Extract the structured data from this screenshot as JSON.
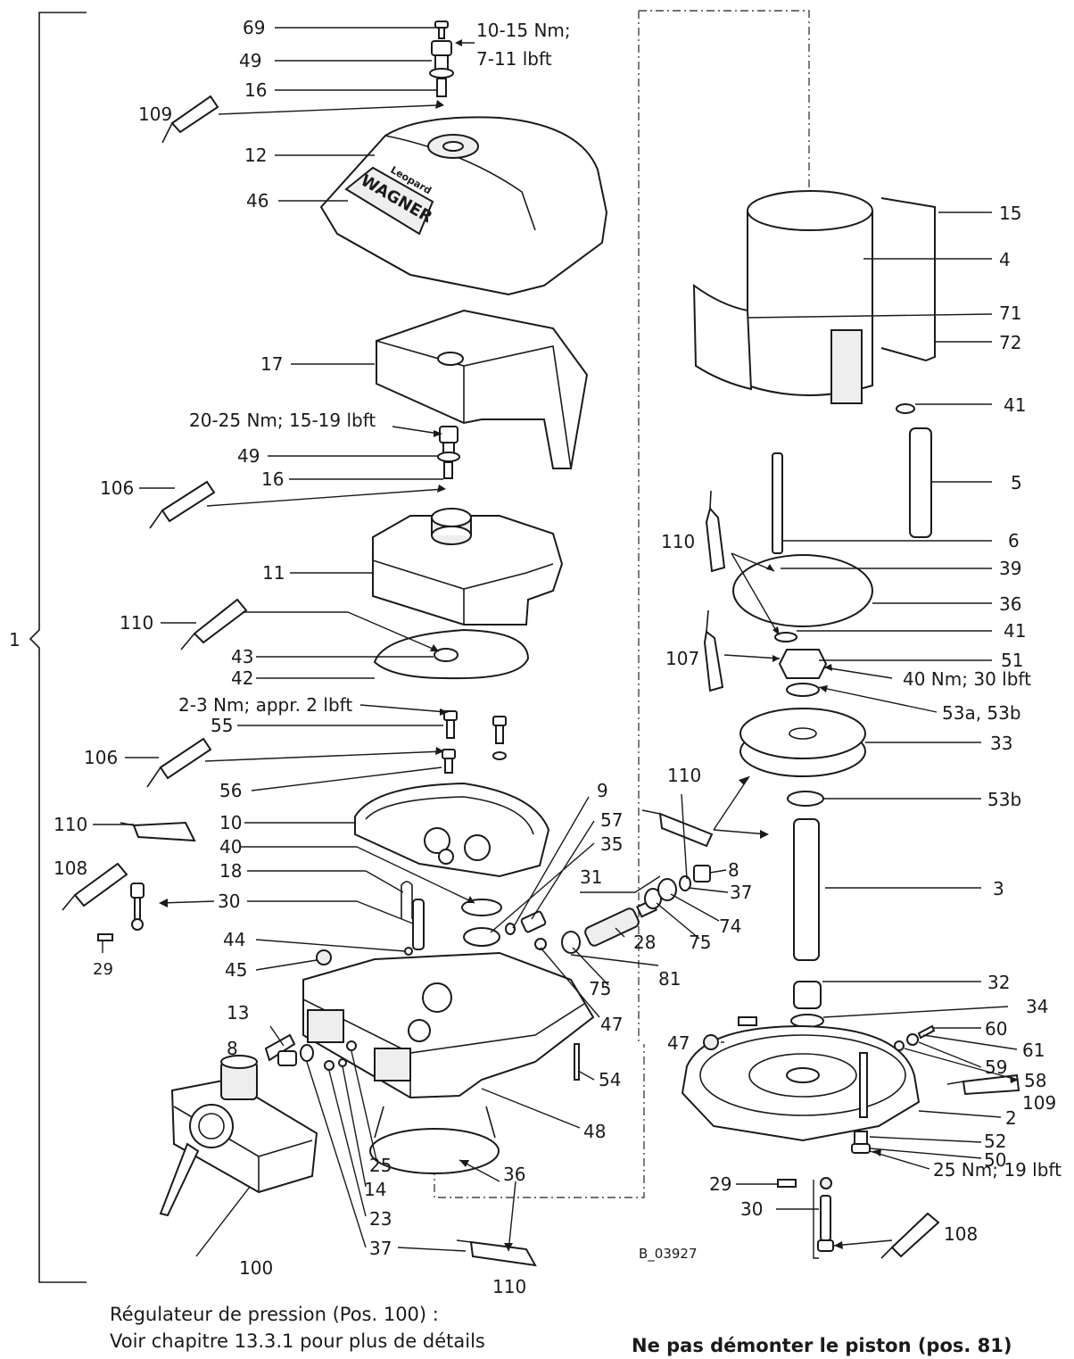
{
  "labels": {
    "p69": "69",
    "p49a": "49",
    "p16a": "16",
    "p109a": "109",
    "p12": "12",
    "p46": "46",
    "t1": "10-15 Nm;",
    "t1b": "7-11 lbft",
    "p17": "17",
    "t2": "20-25 Nm; 15-19 lbft",
    "p49b": "49",
    "p16b": "16",
    "p106a": "106",
    "p11": "11",
    "p110a": "110",
    "p43": "43",
    "p42": "42",
    "t3": "2-3 Nm; appr. 2 lbft",
    "p55": "55",
    "p106b": "106",
    "p56": "56",
    "p110b": "110",
    "p10": "10",
    "p40": "40",
    "p18": "18",
    "p108a": "108",
    "p30a": "30",
    "p29a": "29",
    "p44": "44",
    "p45": "45",
    "p13": "13",
    "p8a": "8",
    "p25": "25",
    "p14": "14",
    "p23": "23",
    "p37a": "37",
    "p100": "100",
    "p110c": "110",
    "p36a": "36",
    "p48": "48",
    "p54": "54",
    "p9": "9",
    "p57": "57",
    "p35": "35",
    "p31": "31",
    "p28": "28",
    "p75a": "75",
    "p75b": "75",
    "p81": "81",
    "p47a": "47",
    "p74": "74",
    "p110d": "110",
    "p8b": "8",
    "p37b": "37",
    "p3": "3",
    "p15": "15",
    "p4": "4",
    "p71": "71",
    "p72": "72",
    "p41a": "41",
    "p5": "5",
    "p110e": "110",
    "p6": "6",
    "p39": "39",
    "p36b": "36",
    "p41b": "41",
    "p107": "107",
    "p51": "51",
    "t4": "40 Nm; 30 lbft",
    "p53ab": "53a, 53b",
    "p33": "33",
    "p53b": "53b",
    "p32": "32",
    "p34": "34",
    "p60": "60",
    "p47b": "47",
    "p61": "61",
    "p59": "59",
    "p58": "58",
    "p109b": "109",
    "p2": "2",
    "p52": "52",
    "p50": "50",
    "p29b": "29",
    "t5": "25 Nm; 19 lbft",
    "p30b": "30",
    "p108b": "108",
    "code": "B_03927",
    "p1": "1",
    "logo_brand": "WAGNER",
    "logo_sub": "Leopard"
  },
  "notes": {
    "regulator_line1": "Régulateur de pression (Pos. 100) :",
    "regulator_line2": "Voir chapitre 13.3.1 pour plus de détails",
    "piston_warning": "Ne pas démonter le piston (pos. 81)"
  }
}
